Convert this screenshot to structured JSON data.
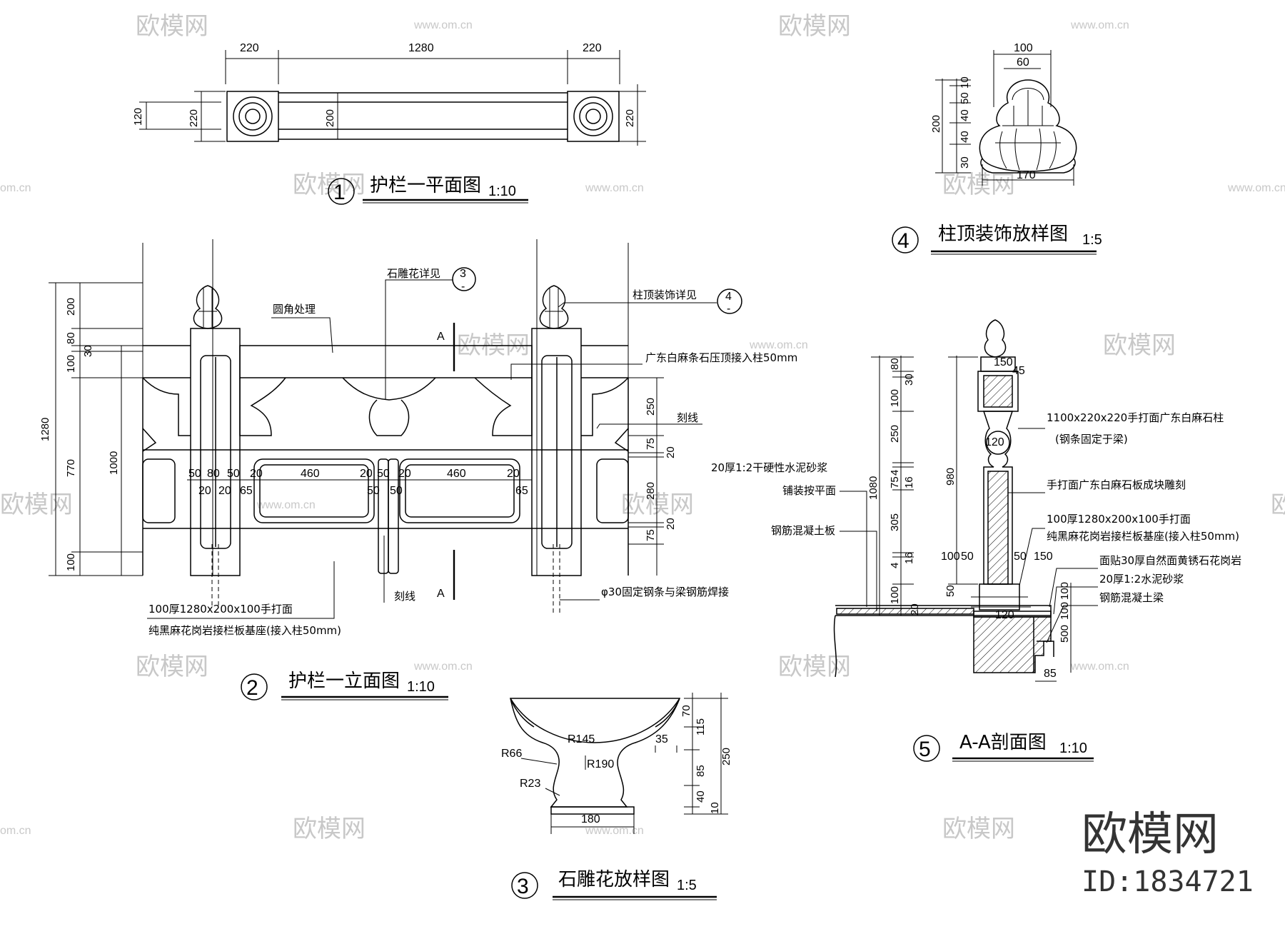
{
  "drawings": {
    "plan": {
      "number": "1",
      "title": "护栏一平面图",
      "scale": "1:10",
      "dims": {
        "post_w_left": "220",
        "span": "1280",
        "post_w_right": "220",
        "h_left_a": "120",
        "h_left_b": "220",
        "h_mid": "200",
        "h_right": "220"
      }
    },
    "elevation": {
      "number": "2",
      "title": "护栏一立面图",
      "scale": "1:10",
      "dims": {
        "total": "1280",
        "d200": "200",
        "d80": "80",
        "d30": "30",
        "d100a": "100",
        "d770": "770",
        "d100b": "100",
        "d1000": "1000",
        "d250": "250",
        "d75a": "75",
        "d20a": "20",
        "d280": "280",
        "d20b": "20",
        "d75b": "75",
        "b50a": "50",
        "b80": "80",
        "b50b": "50",
        "b20a": "20",
        "b460a": "460",
        "b20b": "20",
        "b50c": "50",
        "b20c": "20",
        "b460b": "460",
        "b20d": "20",
        "s20a": "20",
        "s20b": "20",
        "s65a": "65",
        "s50a": "50",
        "s50b": "50",
        "s65b": "65"
      },
      "labels": {
        "rounded": "圆角处理",
        "stone_ref": "石雕花详见",
        "stone_ref_no": "3",
        "cap_ref": "柱顶装饰详见",
        "cap_ref_no": "4",
        "coping": "广东白麻条石压顶接入柱50mm",
        "groove_r": "刻线",
        "groove_b": "刻线",
        "section_a_top": "A",
        "section_a_bot": "A",
        "base_1": "100厚1280x200x100手打面",
        "base_2": "纯黑麻花岗岩接栏板基座(接入柱50mm)",
        "rebar": "φ30固定钢条与梁钢筋焊接",
        "ref_dash": "-"
      }
    },
    "carving": {
      "number": "3",
      "title": "石雕花放样图",
      "scale": "1:5",
      "dims": {
        "r145": "R145",
        "r66": "R66",
        "r190": "R190",
        "r23": "R23",
        "w180": "180",
        "d70": "70",
        "d115": "115",
        "d35": "35",
        "d85": "85",
        "d40": "40",
        "d10": "10",
        "d250": "250"
      }
    },
    "finial": {
      "number": "4",
      "title": "柱顶装饰放样图",
      "scale": "1:5",
      "dims": {
        "w100": "100",
        "w60": "60",
        "w170": "170",
        "h200": "200",
        "h10": "10",
        "h50": "50",
        "h40a": "40",
        "h40b": "40",
        "h30": "30"
      }
    },
    "section": {
      "number": "5",
      "title": "A-A剖面图",
      "scale": "1:10",
      "dims": {
        "d80": "80",
        "d30": "30",
        "d100a": "100",
        "d250": "250",
        "d4": "4",
        "d75": "75",
        "d16a": "16",
        "d305": "305",
        "d16b": "16",
        "d4b": "4",
        "d100b": "100",
        "d1080": "1080",
        "d980": "980",
        "d150a": "150",
        "d150b": "150",
        "d120a": "120",
        "d120b": "120",
        "d100c": "100",
        "d50a": "50",
        "d50b": "50",
        "d50c": "50",
        "d100d": "100",
        "d20": "20",
        "d100e": "100",
        "d500": "500",
        "d85": "85",
        "d45": "45"
      },
      "labels": {
        "col_1": "1100x220x220手打面广东白麻石柱",
        "col_2": "(钢条固定于梁)",
        "panel": "手打面广东白麻石板成块雕刻",
        "base_1": "100厚1280x200x100手打面",
        "base_2": "纯黑麻花岗岩接栏板基座(接入柱50mm)",
        "face": "面贴30厚自然面黄锈石花岗岩",
        "mortar2": "20厚1:2水泥砂浆",
        "beam": "钢筋混凝土梁",
        "mortar": "20厚1:2干硬性水泥砂浆",
        "paving": "铺装按平面",
        "slab": "钢筋混凝土板"
      }
    }
  },
  "watermark": {
    "brand": "欧模网",
    "site": "www.om.cn",
    "site_short": "om.cn",
    "id": "ID:1834721"
  }
}
